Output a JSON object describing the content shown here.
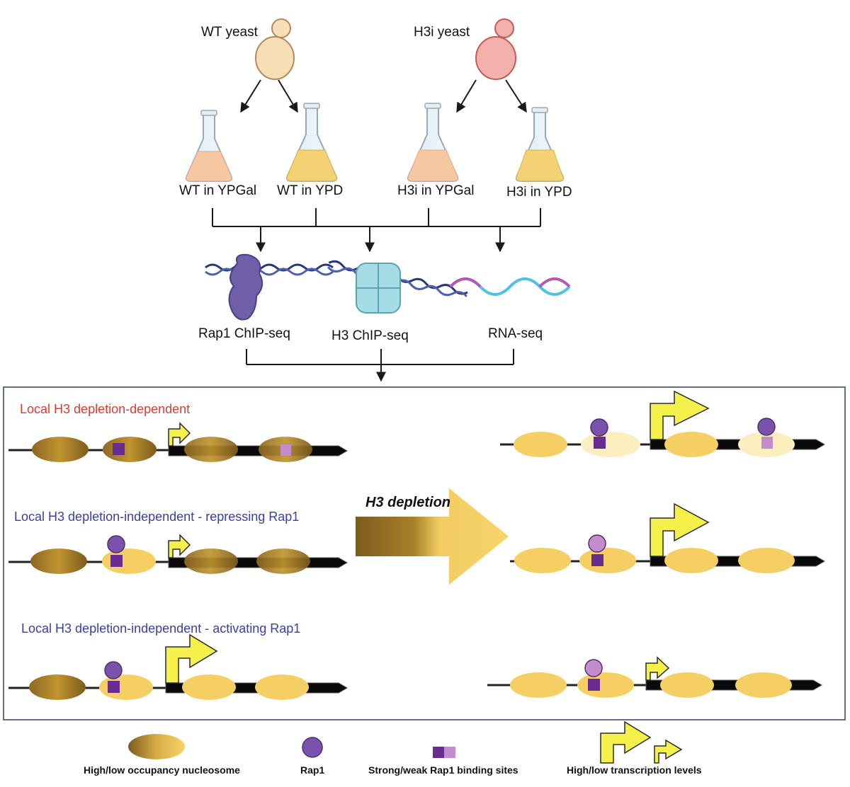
{
  "strains": {
    "wt": "WT yeast",
    "h3i": "H3i yeast"
  },
  "conditions": [
    "WT in YPGal",
    "WT in YPD",
    "H3i in YPGal",
    "H3i in YPD"
  ],
  "assays": [
    "Rap1 ChIP-seq",
    "H3 ChIP-seq",
    "RNA-seq"
  ],
  "models": [
    {
      "label": "Local H3 depletion-dependent",
      "color": "#e03a2f"
    },
    {
      "label": "Local H3 depletion-independent - repressing Rap1",
      "color": "#3b3fa3"
    },
    {
      "label": "Local H3 depletion-independent - activating Rap1",
      "color": "#3b3fa3"
    }
  ],
  "arrow_label": "H3 depletion",
  "legend": {
    "nucleosome": "High/low  occupancy nucleosome",
    "rap1": "Rap1",
    "sites": "Strong/weak Rap1 binding sites",
    "transcription": "High/low transcription levels"
  },
  "colors": {
    "nucleosome_high": "#b58a2e",
    "nucleosome_low": "#f5cf63",
    "rap1": "#7b52ab",
    "site_strong": "#6a2c91",
    "site_weak": "#c58ccc",
    "tss_arrow": "#f5f04a",
    "wt_yeast": "#f9dfb8",
    "h3i_yeast": "#f4b1ab",
    "box_border": "#2c3e66"
  }
}
